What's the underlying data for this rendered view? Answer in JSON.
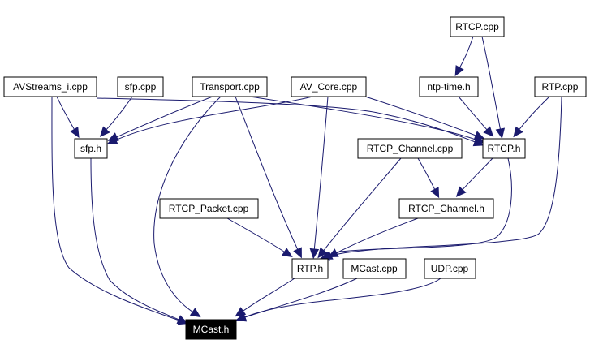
{
  "graph": {
    "nodes": [
      {
        "id": "rtcp_cpp",
        "label": "RTCP.cpp",
        "kind": "file"
      },
      {
        "id": "avstreams",
        "label": "AVStreams_i.cpp",
        "kind": "file"
      },
      {
        "id": "sfp_cpp",
        "label": "sfp.cpp",
        "kind": "file"
      },
      {
        "id": "transport",
        "label": "Transport.cpp",
        "kind": "file"
      },
      {
        "id": "av_core",
        "label": "AV_Core.cpp",
        "kind": "file"
      },
      {
        "id": "ntp_time",
        "label": "ntp-time.h",
        "kind": "file"
      },
      {
        "id": "rtp_cpp",
        "label": "RTP.cpp",
        "kind": "file"
      },
      {
        "id": "sfp_h",
        "label": "sfp.h",
        "kind": "file"
      },
      {
        "id": "rtcp_channel_cpp",
        "label": "RTCP_Channel.cpp",
        "kind": "file"
      },
      {
        "id": "rtcp_h",
        "label": "RTCP.h",
        "kind": "file"
      },
      {
        "id": "rtcp_packet",
        "label": "RTCP_Packet.cpp",
        "kind": "file"
      },
      {
        "id": "rtcp_channel_h",
        "label": "RTCP_Channel.h",
        "kind": "file"
      },
      {
        "id": "rtp_h",
        "label": "RTP.h",
        "kind": "file"
      },
      {
        "id": "mcast_cpp",
        "label": "MCast.cpp",
        "kind": "file"
      },
      {
        "id": "udp_cpp",
        "label": "UDP.cpp",
        "kind": "file"
      },
      {
        "id": "mcast_h",
        "label": "MCast.h",
        "kind": "focus"
      }
    ],
    "edges": [
      {
        "from": "rtcp_cpp",
        "to": "ntp_time"
      },
      {
        "from": "rtcp_cpp",
        "to": "rtcp_h"
      },
      {
        "from": "ntp_time",
        "to": "rtcp_h"
      },
      {
        "from": "rtp_cpp",
        "to": "rtcp_h"
      },
      {
        "from": "rtp_cpp",
        "to": "rtp_h"
      },
      {
        "from": "avstreams",
        "to": "sfp_h"
      },
      {
        "from": "avstreams",
        "to": "rtcp_h"
      },
      {
        "from": "avstreams",
        "to": "mcast_h"
      },
      {
        "from": "sfp_cpp",
        "to": "sfp_h"
      },
      {
        "from": "transport",
        "to": "sfp_h"
      },
      {
        "from": "transport",
        "to": "rtcp_h"
      },
      {
        "from": "transport",
        "to": "rtp_h"
      },
      {
        "from": "transport",
        "to": "mcast_h"
      },
      {
        "from": "av_core",
        "to": "sfp_h"
      },
      {
        "from": "av_core",
        "to": "rtcp_h"
      },
      {
        "from": "av_core",
        "to": "rtp_h"
      },
      {
        "from": "sfp_h",
        "to": "mcast_h"
      },
      {
        "from": "rtcp_channel_cpp",
        "to": "rtcp_channel_h"
      },
      {
        "from": "rtcp_channel_cpp",
        "to": "rtp_h"
      },
      {
        "from": "rtcp_h",
        "to": "rtcp_channel_h"
      },
      {
        "from": "rtcp_h",
        "to": "rtp_h"
      },
      {
        "from": "rtcp_packet",
        "to": "rtp_h"
      },
      {
        "from": "rtcp_channel_h",
        "to": "rtp_h"
      },
      {
        "from": "rtp_h",
        "to": "mcast_h"
      },
      {
        "from": "mcast_cpp",
        "to": "mcast_h"
      },
      {
        "from": "udp_cpp",
        "to": "mcast_h"
      }
    ]
  },
  "colors": {
    "edge": "#1a1a6e",
    "node_fill": "#ffffff",
    "node_border": "#000000",
    "focus_fill": "#000000",
    "focus_text": "#ffffff"
  }
}
